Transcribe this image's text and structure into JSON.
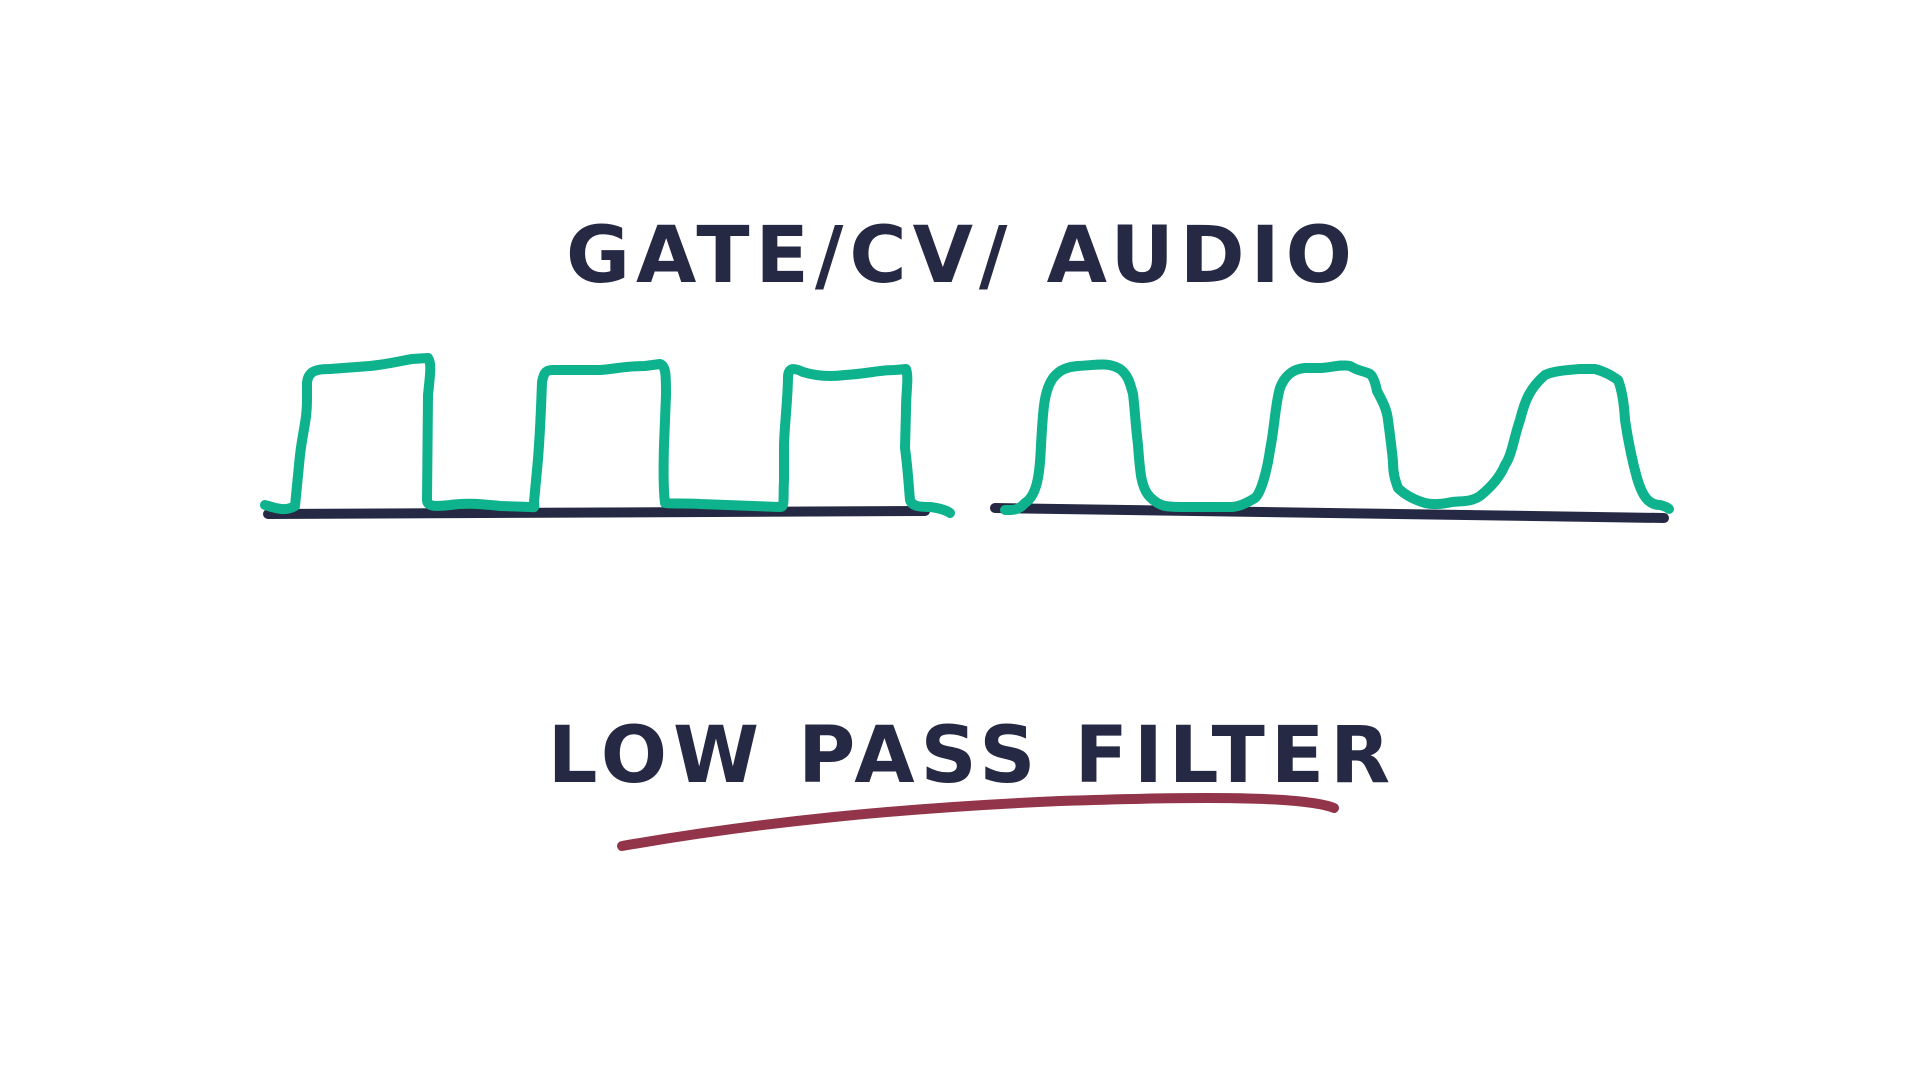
{
  "diagram": {
    "top_title": "GATE/CV/ AUDIO",
    "bottom_title": "LOW PASS FILTER",
    "colors": {
      "ink": "#262944",
      "signal": "#0eb28c",
      "underline": "#92344a",
      "background": "#ffffff"
    },
    "signals": [
      {
        "shape": "square-wave",
        "pulses": 3
      },
      {
        "shape": "rounded-wave",
        "pulses": 3
      }
    ]
  }
}
